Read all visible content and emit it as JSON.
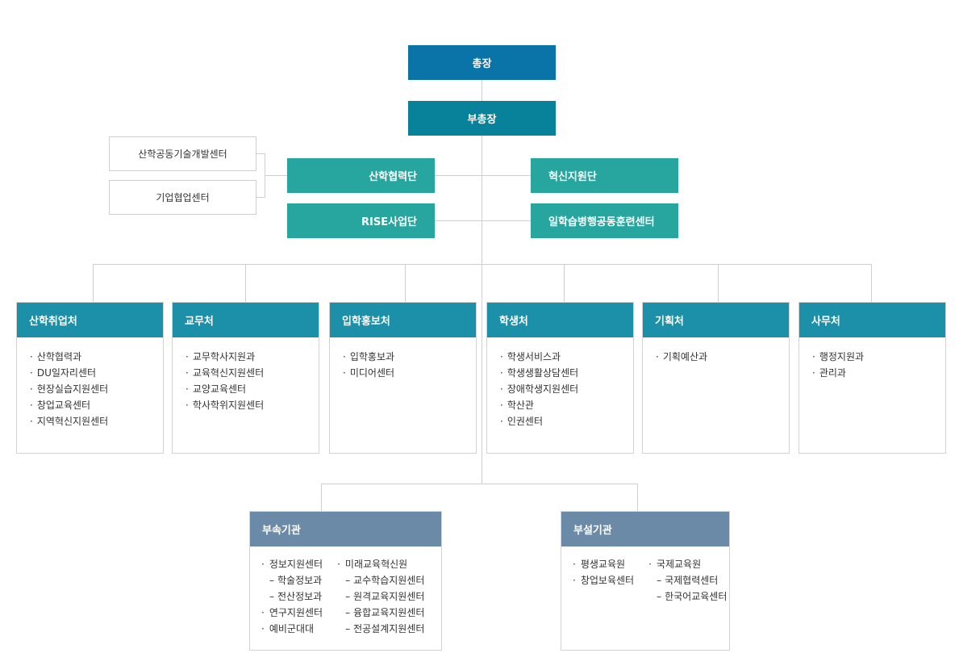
{
  "president": "총장",
  "vice_president": "부총장",
  "side_units": [
    "산학공동기술개발센터",
    "기업협업센터"
  ],
  "left_units": [
    "산학협력단",
    "RISE사업단"
  ],
  "right_units": [
    "혁신지원단",
    "일학습병행공동훈련센터"
  ],
  "departments": [
    {
      "name": "산학취업처",
      "items": [
        "산학협력과",
        "DU일자리센터",
        "현장실습지원센터",
        "창업교육센터",
        "지역혁신지원센터"
      ]
    },
    {
      "name": "교무처",
      "items": [
        "교무학사지원과",
        "교육혁신지원센터",
        "교양교육센터",
        "학사학위지원센터"
      ]
    },
    {
      "name": "입학홍보처",
      "items": [
        "입학홍보과",
        "미디어센터"
      ]
    },
    {
      "name": "학생처",
      "items": [
        "학생서비스과",
        "학생생활상담센터",
        "장애학생지원센터",
        "학산관",
        "인권센터"
      ]
    },
    {
      "name": "기획처",
      "items": [
        "기획예산과"
      ]
    },
    {
      "name": "사무처",
      "items": [
        "행정지원과",
        "관리과"
      ]
    }
  ],
  "affiliated": {
    "name": "부속기관",
    "col1": [
      {
        "text": "정보지원센터",
        "level": "main"
      },
      {
        "text": "학술정보과",
        "level": "sub"
      },
      {
        "text": "전산정보과",
        "level": "sub"
      },
      {
        "text": "연구지원센터",
        "level": "main"
      },
      {
        "text": "예비군대대",
        "level": "main"
      }
    ],
    "col2": [
      {
        "text": "미래교육혁신원",
        "level": "main"
      },
      {
        "text": "교수학습지원센터",
        "level": "sub"
      },
      {
        "text": "원격교육지원센터",
        "level": "sub"
      },
      {
        "text": "융합교육지원센터",
        "level": "sub"
      },
      {
        "text": "전공설계지원센터",
        "level": "sub"
      }
    ]
  },
  "attached": {
    "name": "부설기관",
    "col1": [
      {
        "text": "평생교육원",
        "level": "main"
      },
      {
        "text": "창업보육센터",
        "level": "main"
      }
    ],
    "col2": [
      {
        "text": "국제교육원",
        "level": "main"
      },
      {
        "text": "국제협력센터",
        "level": "sub"
      },
      {
        "text": "한국어교육센터",
        "level": "sub"
      }
    ]
  }
}
